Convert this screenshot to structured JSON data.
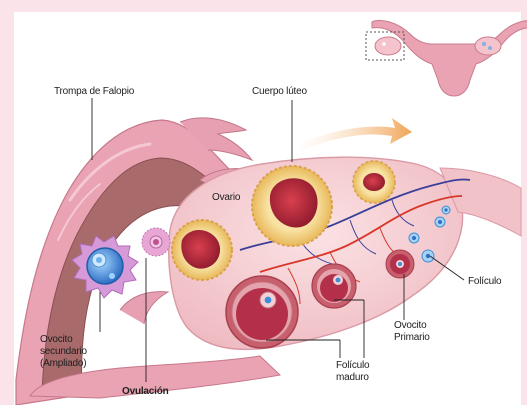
{
  "labels": {
    "trompa": "Trompa de Falopio",
    "cuerpo_luteo": "Cuerpo lúteo",
    "ovario": "Ovario",
    "foliculo": "Folículo",
    "ovocito_primario_1": "Ovocito",
    "ovocito_primario_2": "Primario",
    "foliculo_maduro_1": "Folículo",
    "foliculo_maduro_2": "maduro",
    "ovocito_secundario_1": "Ovocito",
    "ovocito_secundario_2": "secundario",
    "ovocito_secundario_3": "(Ampliado)",
    "ovulacion": "Ovulación"
  },
  "colors": {
    "background_border": "#fbe3ea",
    "tube_wall": "#e9a3b3",
    "tube_lumen": "#a86a6b",
    "ovary": "#f6d2d6",
    "follicle_yellow": "#f4d98b",
    "corpus_red": "#b0213a",
    "vein_blue": "#3a3f9a",
    "artery_red": "#d8372a",
    "oocyte_blue": "#3f8ed8",
    "arrow_orange": "#f0b46a"
  }
}
